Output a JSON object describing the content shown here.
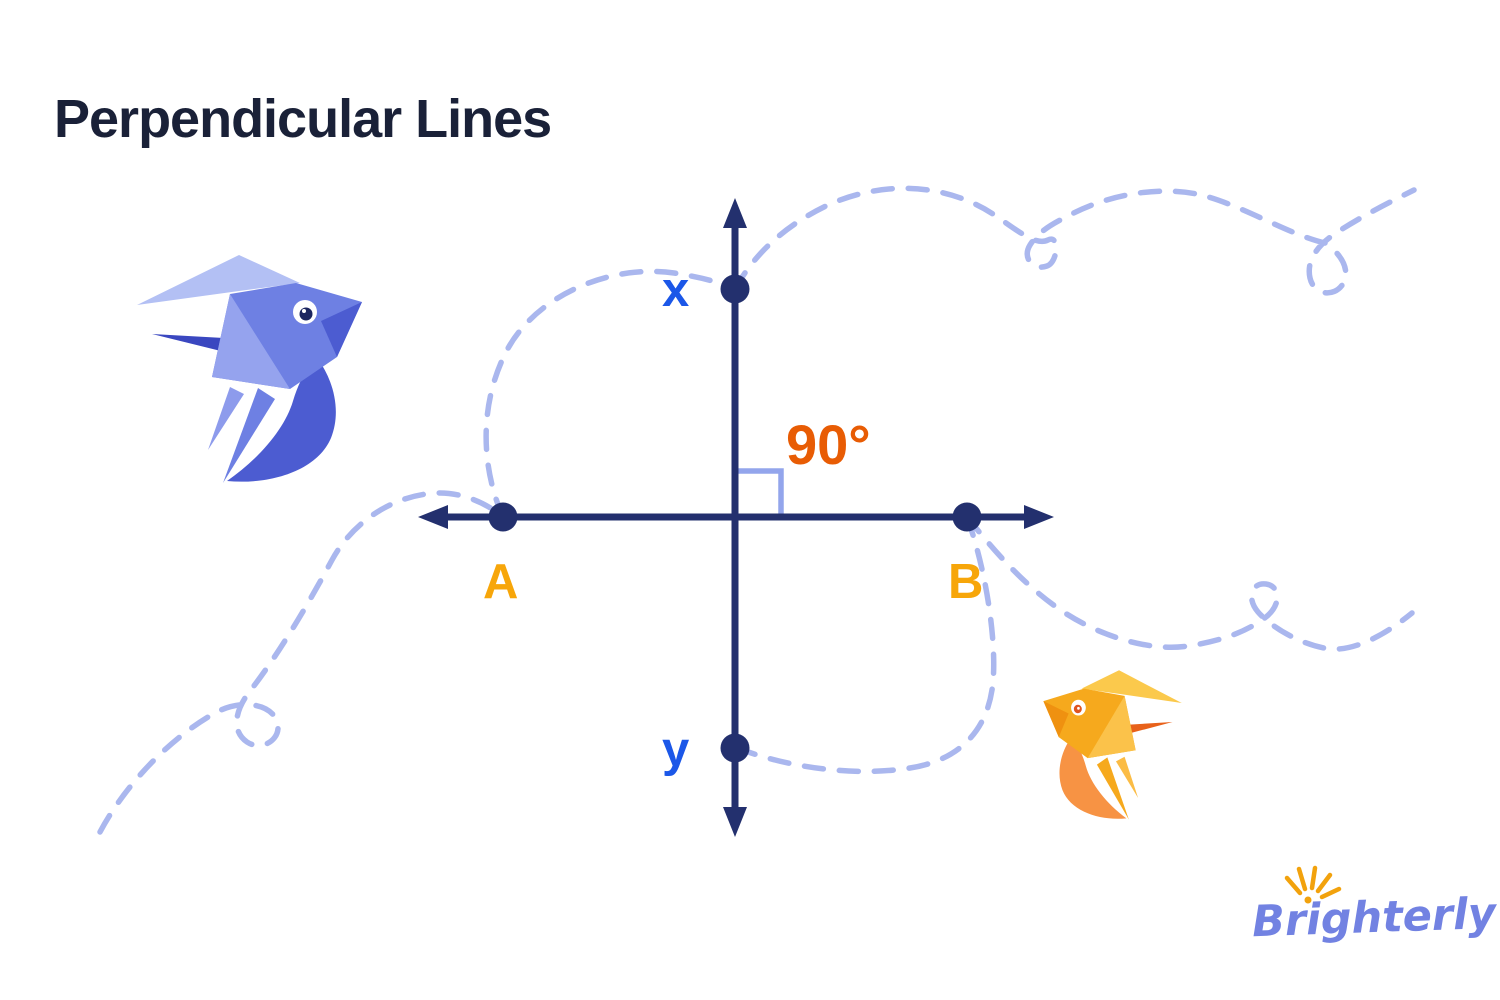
{
  "title": "Perpendicular Lines",
  "diagram": {
    "type": "perpendicular-lines-cross",
    "angle_label": "90°",
    "vertical_line_points": [
      "x",
      "y"
    ],
    "horizontal_line_points": [
      "A",
      "B"
    ],
    "labels": {
      "x": "x",
      "y": "y",
      "A": "A",
      "B": "B"
    }
  },
  "logo": {
    "text": "Brighterly"
  },
  "icons": [
    "blue-origami-fish-illustration",
    "orange-origami-fish-illustration",
    "sun-sparkle-icon",
    "up-arrow-icon",
    "down-arrow-icon",
    "left-arrow-icon",
    "right-arrow-icon",
    "right-angle-marker-icon"
  ],
  "colors": {
    "line_navy": "#23306e",
    "label_blue": "#1b57e8",
    "label_orange": "#f7a60a",
    "angle_orange": "#e85c04",
    "dashed_path_blue": "#aab7ee",
    "angle_marker_blue": "#93a5ec",
    "logo_purple": "#7282e2",
    "title_dark": "#1a2138"
  }
}
